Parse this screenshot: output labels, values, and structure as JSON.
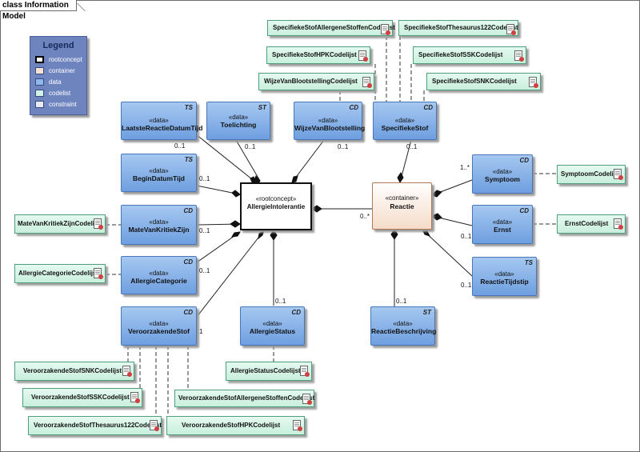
{
  "diagram_title": "class Information Model",
  "legend": {
    "title": "Legend",
    "items": [
      {
        "label": "rootconcept",
        "color": "#ffffff",
        "border": "#000000"
      },
      {
        "label": "container",
        "color": "#f7e2d4",
        "border": "#b07a5a"
      },
      {
        "label": "data",
        "color": "#8fb8ec",
        "border": "#4a76b8"
      },
      {
        "label": "codelist",
        "color": "#d3f3e6",
        "border": "#4f9e7e"
      },
      {
        "label": "constraint",
        "color": "#e9ebf8",
        "border": "#8890b0"
      }
    ]
  },
  "root": {
    "stereotype": "«rootconcept»",
    "name": "AllergieIntolerantie"
  },
  "container": {
    "stereotype": "«container»",
    "name": "Reactie"
  },
  "data_boxes": [
    {
      "id": "laatste",
      "stereotype": "«data»",
      "name": "LaatsteReactieDatumTijd",
      "type": "TS"
    },
    {
      "id": "toelichting",
      "stereotype": "«data»",
      "name": "Toelichting",
      "type": "ST"
    },
    {
      "id": "wijze",
      "stereotype": "«data»",
      "name": "WijzeVanBlootstelling",
      "type": "CD"
    },
    {
      "id": "specstof",
      "stereotype": "«data»",
      "name": "SpecifiekeStof",
      "type": "CD"
    },
    {
      "id": "begin",
      "stereotype": "«data»",
      "name": "BeginDatumTijd",
      "type": "TS"
    },
    {
      "id": "mate",
      "stereotype": "«data»",
      "name": "MateVanKritiekZijn",
      "type": "CD"
    },
    {
      "id": "categorie",
      "stereotype": "«data»",
      "name": "AllergieCategorie",
      "type": "CD"
    },
    {
      "id": "veroorz",
      "stereotype": "«data»",
      "name": "VeroorzakendeStof",
      "type": "CD"
    },
    {
      "id": "status",
      "stereotype": "«data»",
      "name": "AllergieStatus",
      "type": "CD"
    },
    {
      "id": "symptoom",
      "stereotype": "«data»",
      "name": "Symptoom",
      "type": "CD"
    },
    {
      "id": "ernst",
      "stereotype": "«data»",
      "name": "Ernst",
      "type": "CD"
    },
    {
      "id": "reactietijd",
      "stereotype": "«data»",
      "name": "ReactieTijdstip",
      "type": "TS"
    },
    {
      "id": "reactiebeschr",
      "stereotype": "«data»",
      "name": "ReactieBeschrijving",
      "type": "ST"
    }
  ],
  "codelists": [
    {
      "id": "c_allergeen",
      "name": "SpecifiekeStofAllergeneStoffenCodelijst"
    },
    {
      "id": "c_thes",
      "name": "SpecifiekeStofThesaurus122Codelijst"
    },
    {
      "id": "c_hpk",
      "name": "SpecifiekeStofHPKCodelijst"
    },
    {
      "id": "c_ssk",
      "name": "SpecifiekeStofSSKCodelijst"
    },
    {
      "id": "c_wijze",
      "name": "WijzeVanBlootstellingCodelijst"
    },
    {
      "id": "c_snk",
      "name": "SpecifiekeStofSNKCodelijst"
    },
    {
      "id": "c_mate",
      "name": "MateVanKritiekZijnCodelijst"
    },
    {
      "id": "c_cat",
      "name": "AllergieCategorieCodelijst"
    },
    {
      "id": "c_symptoom",
      "name": "SymptoomCodelijst"
    },
    {
      "id": "c_ernst",
      "name": "ErnstCodelijst"
    },
    {
      "id": "c_vsnk",
      "name": "VeroorzakendeStofSNKCodelijst"
    },
    {
      "id": "c_status",
      "name": "AllergieStatusCodelijst"
    },
    {
      "id": "c_vssk",
      "name": "VeroorzakendeStofSSKCodelijst"
    },
    {
      "id": "c_vallergeen",
      "name": "VeroorzakendeStofAllergeneStoffenCodelijst"
    },
    {
      "id": "c_vthes",
      "name": "VeroorzakendeStofThesaurus122Codelijst"
    },
    {
      "id": "c_vhpk",
      "name": "VeroorzakendeStofHPKCodelijst"
    }
  ],
  "multiplicities": [
    {
      "id": "m_laatste",
      "text": "0..1"
    },
    {
      "id": "m_toel",
      "text": "0..1"
    },
    {
      "id": "m_wijze",
      "text": "0..1"
    },
    {
      "id": "m_spec",
      "text": "0..1"
    },
    {
      "id": "m_begin",
      "text": "0..1"
    },
    {
      "id": "m_mate",
      "text": "0..1"
    },
    {
      "id": "m_cat",
      "text": "0..1"
    },
    {
      "id": "m_veroorz",
      "text": "1"
    },
    {
      "id": "m_status",
      "text": "0..1"
    },
    {
      "id": "m_reactie",
      "text": "0..*"
    },
    {
      "id": "m_symptoom",
      "text": "1..*"
    },
    {
      "id": "m_ernst",
      "text": "0..1"
    },
    {
      "id": "m_reactietijd",
      "text": "0..1"
    },
    {
      "id": "m_reactiebeschr",
      "text": "0..1"
    }
  ]
}
